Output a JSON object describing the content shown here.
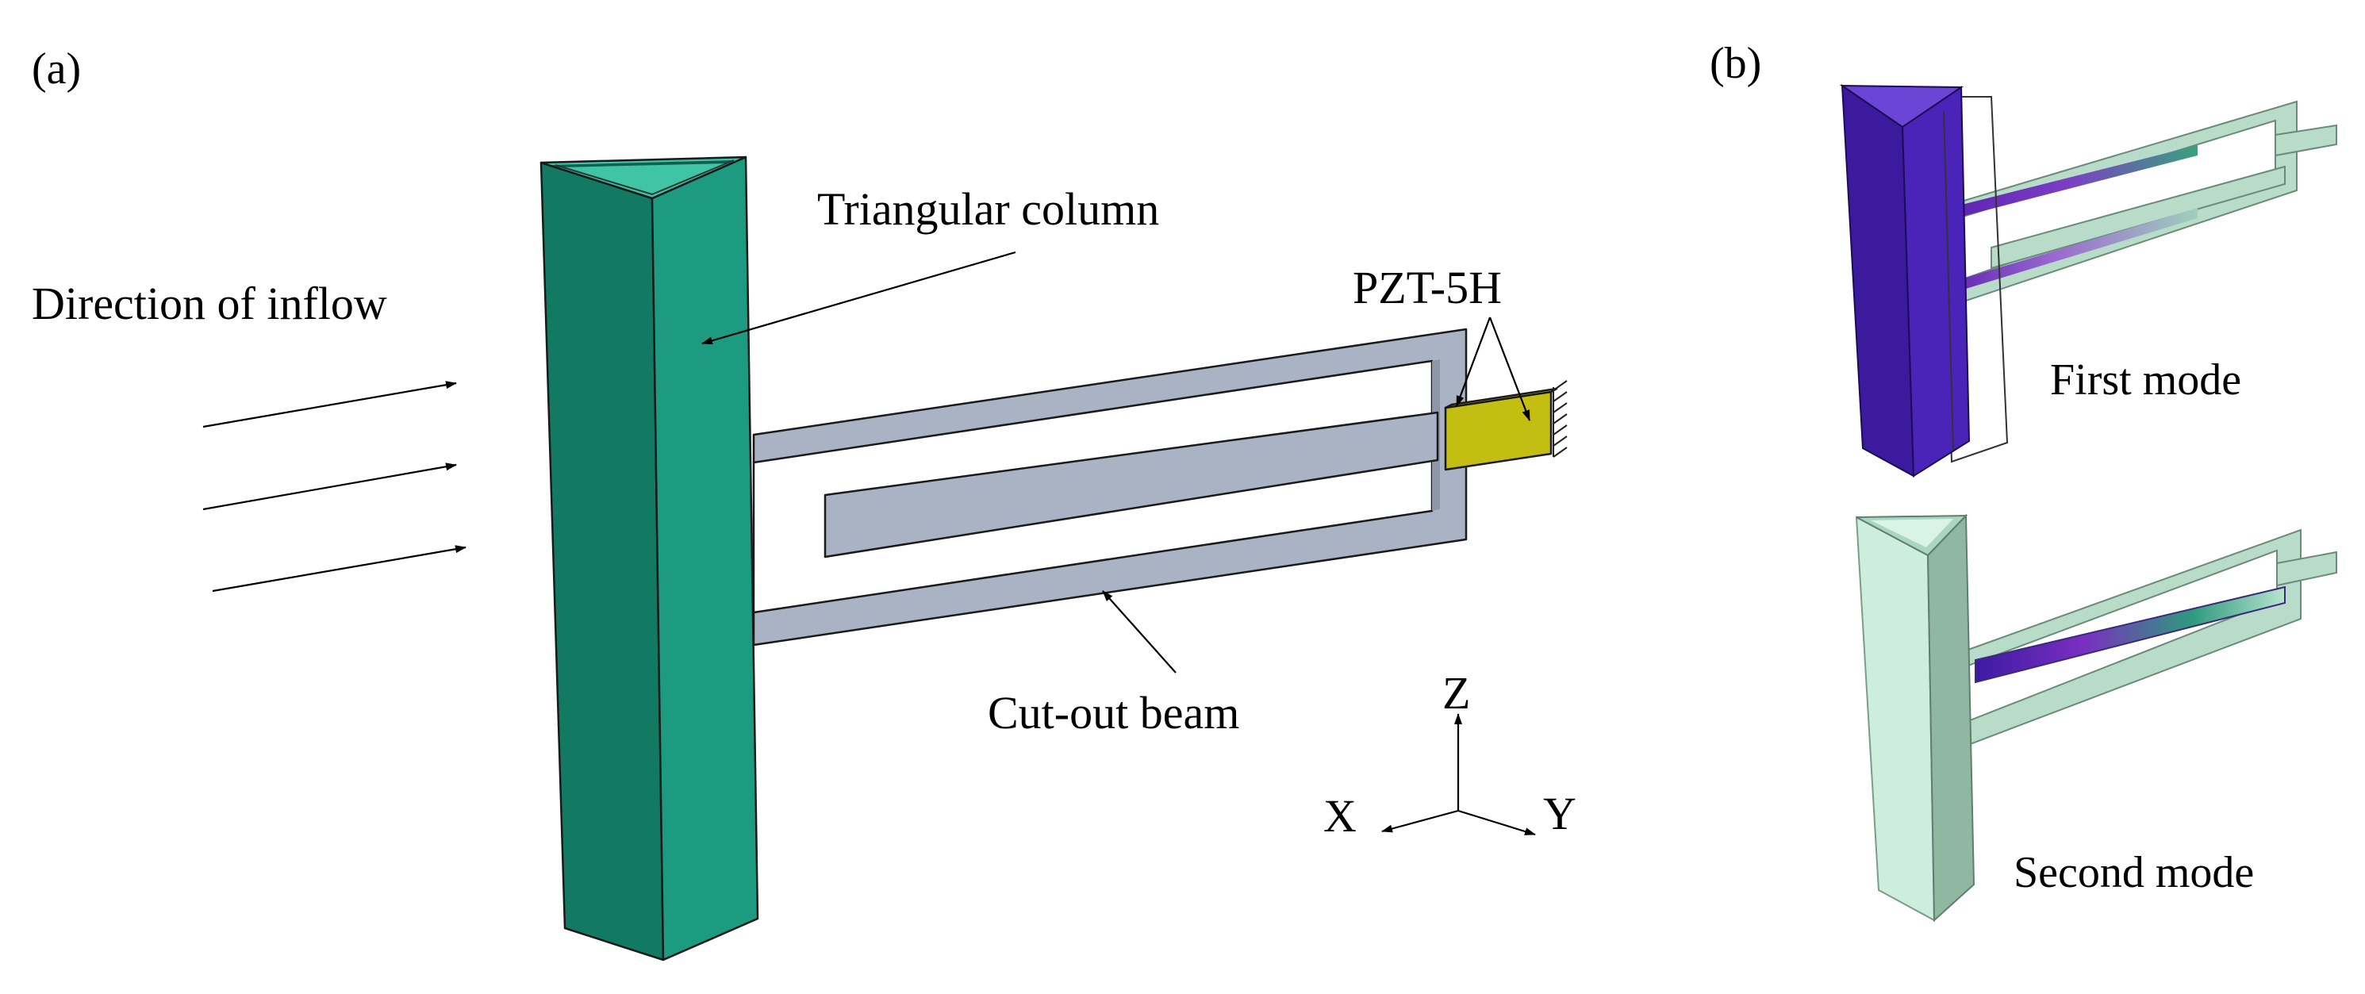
{
  "panel_a": {
    "label": "(a)",
    "inflow_label": "Direction of inflow",
    "column_label": "Triangular column",
    "piezo_label": "PZT-5H",
    "beam_label": "Cut-out beam",
    "axes": {
      "z": "Z",
      "x": "X",
      "y": "Y"
    }
  },
  "panel_b": {
    "label": "(b)",
    "mode1_label": "First mode",
    "mode2_label": "Second mode"
  },
  "colors": {
    "column_dark": "#127a63",
    "column_light": "#1c9b80",
    "column_top": "#3fc4a6",
    "beam": "#a9b3c3",
    "piezo": "#c4bd12",
    "mode1_column": "#3b1a9e",
    "mode_beam": "#b9dcca",
    "mode2_column": "#cdeede"
  }
}
